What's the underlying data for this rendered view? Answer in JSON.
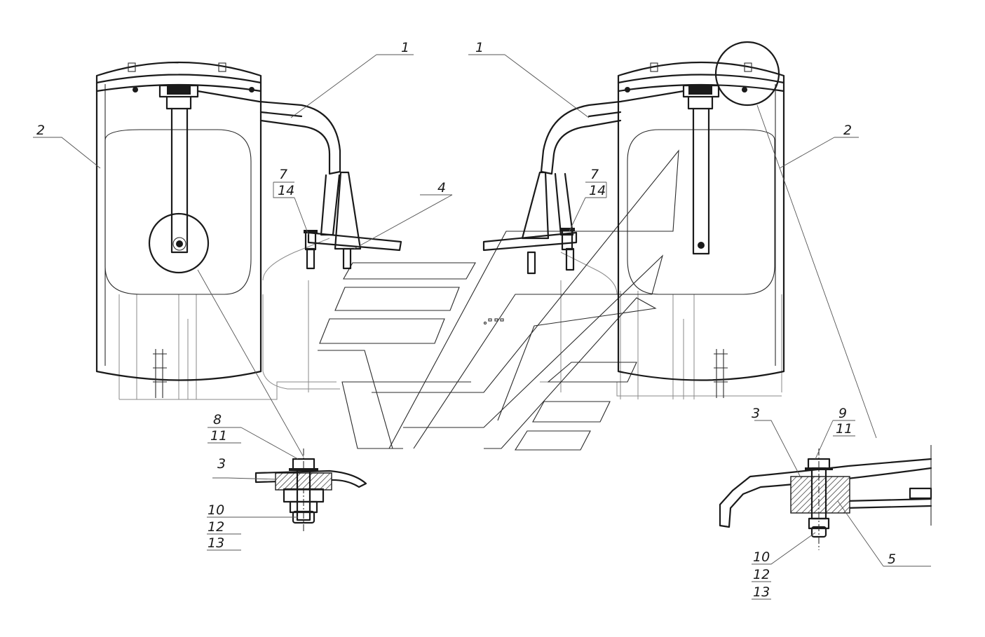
{
  "callouts": {
    "c1_left": "1",
    "c1_right": "1",
    "c2_left": "2",
    "c2_right": "2",
    "c3_bottom_left": "3",
    "c3_bottom_right": "3",
    "c4": "4",
    "c5": "5",
    "c7_left": "7",
    "c14_left": "14",
    "c7_right": "7",
    "c14_right": "14",
    "c8": "8",
    "c11_left": "11",
    "c9": "9",
    "c11_right": "11",
    "c10_left": "10",
    "c12_left": "12",
    "c13_left": "13",
    "c10_right": "10",
    "c12_right": "12",
    "c13_right": "13"
  }
}
